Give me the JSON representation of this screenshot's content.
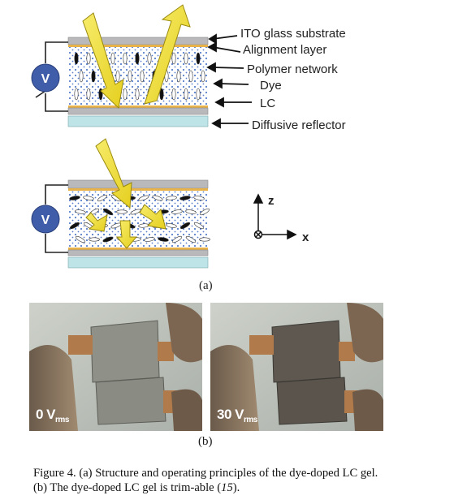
{
  "diagram": {
    "labels": {
      "ito": "ITO glass substrate",
      "alignment": "Alignment layer",
      "polymer": "Polymer network",
      "dye": "Dye",
      "lc": "LC",
      "reflector": "Diffusive reflector"
    },
    "voltage_symbol": "V",
    "axis_z": "z",
    "axis_x": "x",
    "panel_a": "(a)"
  },
  "photos": {
    "left_voltage": "0 V",
    "left_unit": "rms",
    "right_voltage": "30 V",
    "right_unit": "rms",
    "panel_b": "(b)"
  },
  "caption": {
    "text": "Figure 4. (a) Structure and operating principles of the dye-doped LC gel. (b) The dye-doped LC gel is trim-able (",
    "ref": "15",
    "end": ")."
  },
  "colors": {
    "glass": "#b9b9bb",
    "alignment": "#e8b24a",
    "reflector": "#bfe4e8",
    "polymer_dots": "#3b67c2",
    "arrow": "#f2e33b",
    "voltage_circle": "#3f5da8"
  }
}
